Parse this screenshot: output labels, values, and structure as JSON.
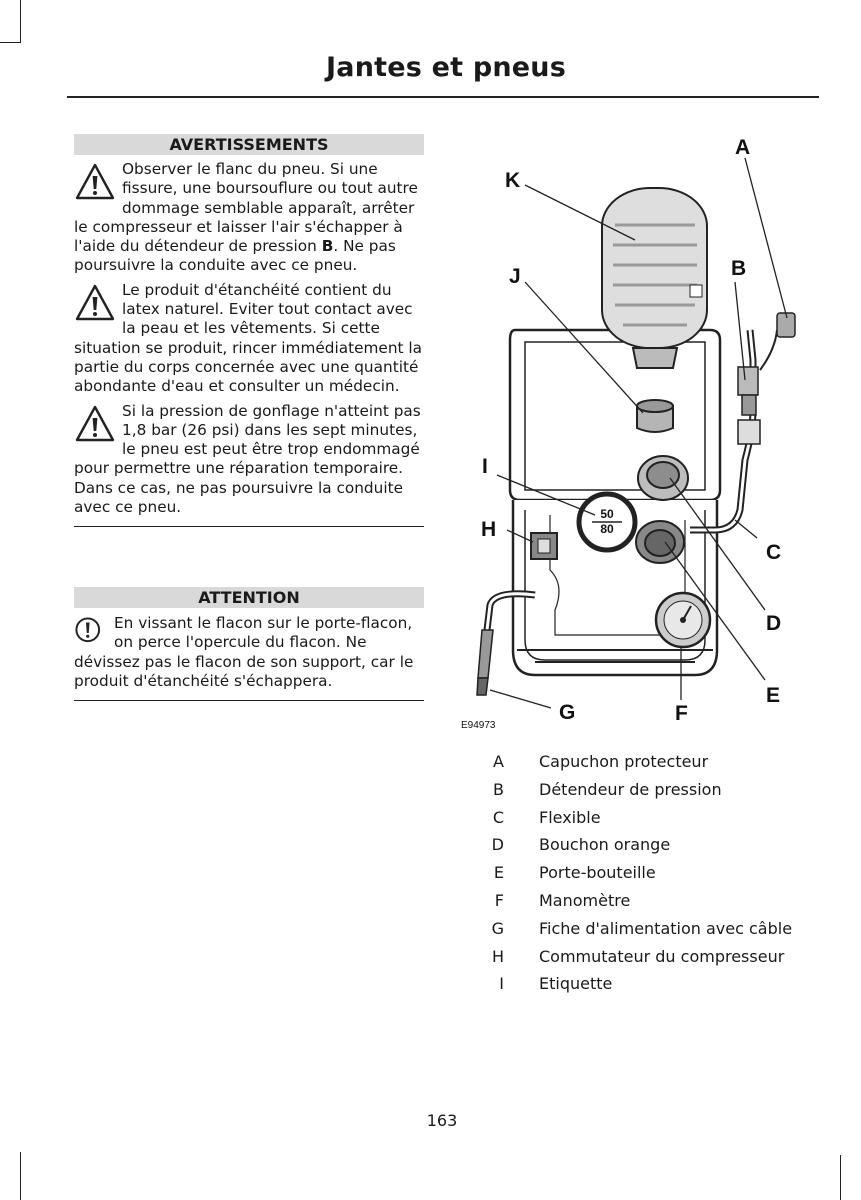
{
  "header": {
    "title": "Jantes et pneus"
  },
  "warnings": {
    "title": "AVERTISSEMENTS",
    "items": [
      {
        "before_bold": "Observer le flanc du pneu. Si une fissure, une boursouflure ou tout autre dommage semblable apparaît, arrêter le compresseur et laisser l'air s'échapper à l'aide du détendeur de pression ",
        "bold": "B",
        "after_bold": ". Ne pas poursuivre la conduite avec ce pneu."
      },
      {
        "text": "Le produit d'étanchéité contient du latex naturel. Eviter tout contact avec la peau et les vêtements. Si cette situation se produit, rincer immédiatement la partie du corps concernée avec une quantité abondante d'eau et consulter un médecin."
      },
      {
        "text": "Si la pression de gonflage n'atteint pas 1,8 bar (26 psi) dans les sept minutes, le pneu est peut être trop endommagé pour permettre une réparation temporaire. Dans ce cas, ne pas poursuivre la conduite avec ce pneu."
      }
    ]
  },
  "attention": {
    "title": "ATTENTION",
    "text": "En vissant le flacon sur le porte-flacon, on perce l'opercule du flacon. Ne dévissez pas le flacon de son support, car le produit d'étanchéité s'échappera."
  },
  "diagram": {
    "code": "E94973",
    "labels": {
      "A": "A",
      "B": "B",
      "C": "C",
      "D": "D",
      "E": "E",
      "F": "F",
      "G": "G",
      "H": "H",
      "I": "I",
      "J": "J",
      "K": "K"
    },
    "sticker_top": "50",
    "sticker_bottom": "80"
  },
  "legend": [
    {
      "key": "A",
      "text": "Capuchon protecteur"
    },
    {
      "key": "B",
      "text": "Détendeur de pression"
    },
    {
      "key": "C",
      "text": "Flexible"
    },
    {
      "key": "D",
      "text": "Bouchon orange"
    },
    {
      "key": "E",
      "text": "Porte-bouteille"
    },
    {
      "key": "F",
      "text": "Manomètre"
    },
    {
      "key": "G",
      "text": "Fiche d'alimentation avec câble"
    },
    {
      "key": "H",
      "text": "Commutateur du compresseur"
    },
    {
      "key": "I",
      "text": "Etiquette"
    }
  ],
  "footer": {
    "page_number": "163"
  }
}
